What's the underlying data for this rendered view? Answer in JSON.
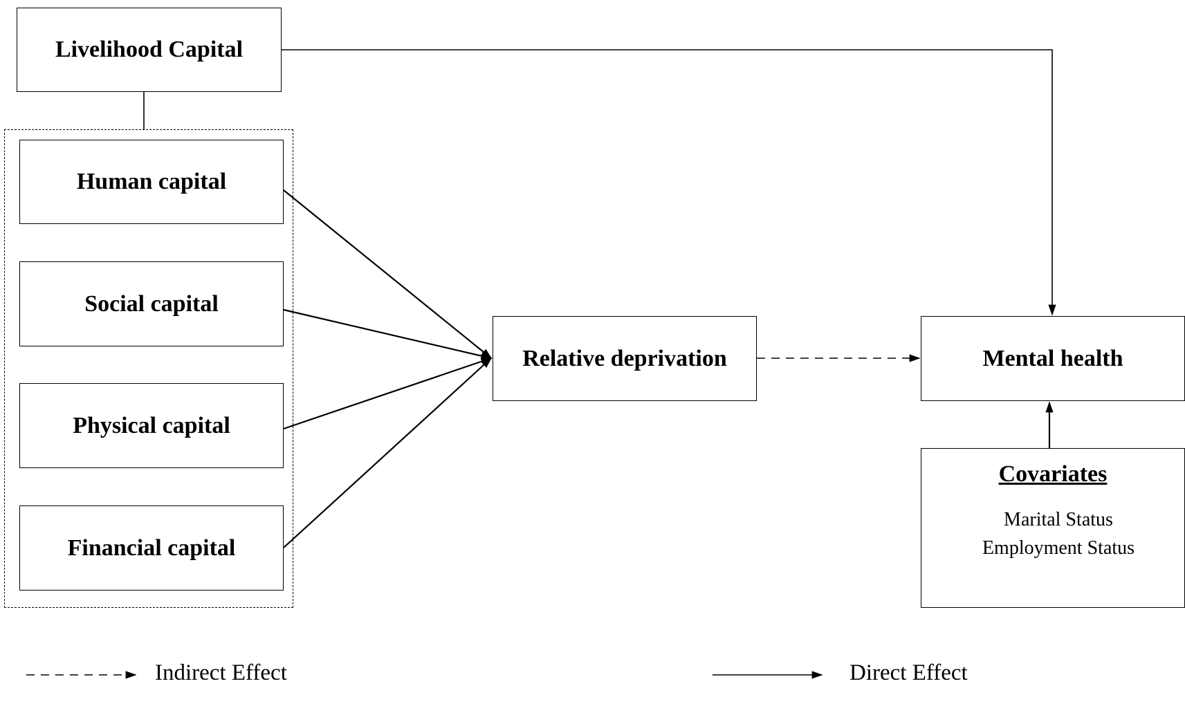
{
  "diagram": {
    "nodes": {
      "livelihood_capital": "Livelihood Capital",
      "human_capital": "Human capital",
      "social_capital": "Social capital",
      "physical_capital": "Physical capital",
      "financial_capital": "Financial capital",
      "relative_deprivation": "Relative deprivation",
      "mental_health": "Mental health"
    },
    "covariates": {
      "title": "Covariates",
      "items": [
        "Marital Status",
        "Employment Status"
      ]
    },
    "edges": [
      {
        "from": "livelihood_capital",
        "to": "mental_health",
        "style": "solid"
      },
      {
        "from": "human_capital",
        "to": "relative_deprivation",
        "style": "solid"
      },
      {
        "from": "social_capital",
        "to": "relative_deprivation",
        "style": "solid"
      },
      {
        "from": "physical_capital",
        "to": "relative_deprivation",
        "style": "solid"
      },
      {
        "from": "financial_capital",
        "to": "relative_deprivation",
        "style": "solid"
      },
      {
        "from": "relative_deprivation",
        "to": "mental_health",
        "style": "dashed"
      },
      {
        "from": "covariates",
        "to": "mental_health",
        "style": "solid"
      }
    ]
  },
  "legend": {
    "indirect": "Indirect Effect",
    "direct": "Direct Effect"
  }
}
